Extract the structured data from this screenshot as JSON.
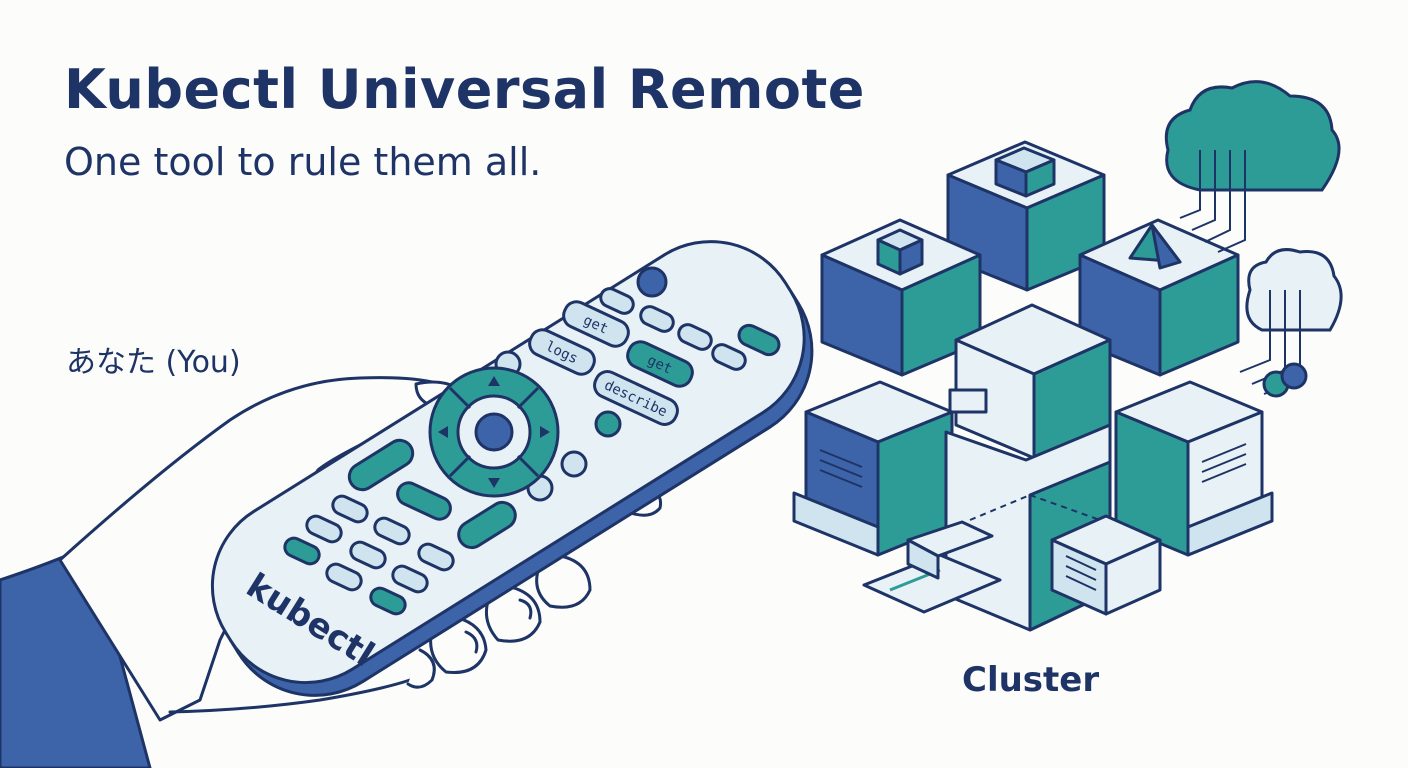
{
  "header": {
    "title": "Kubectl Universal Remote",
    "subtitle": "One tool to rule them all."
  },
  "labels": {
    "user": "あなた (You)",
    "cluster": "Cluster"
  },
  "remote": {
    "brand": "kubectl",
    "buttons": {
      "get_top": "get",
      "logs": "logs",
      "get_green": "get",
      "describe": "describe"
    }
  },
  "colors": {
    "navy": "#1e3466",
    "blue": "#3d63a8",
    "teal": "#2e9c96",
    "light_blue": "#cfe4ee",
    "pale": "#e8f1f6"
  },
  "icons": [
    "hand-icon",
    "remote-control-icon",
    "cluster-cubes-icon",
    "cloud-icon",
    "server-icon"
  ]
}
